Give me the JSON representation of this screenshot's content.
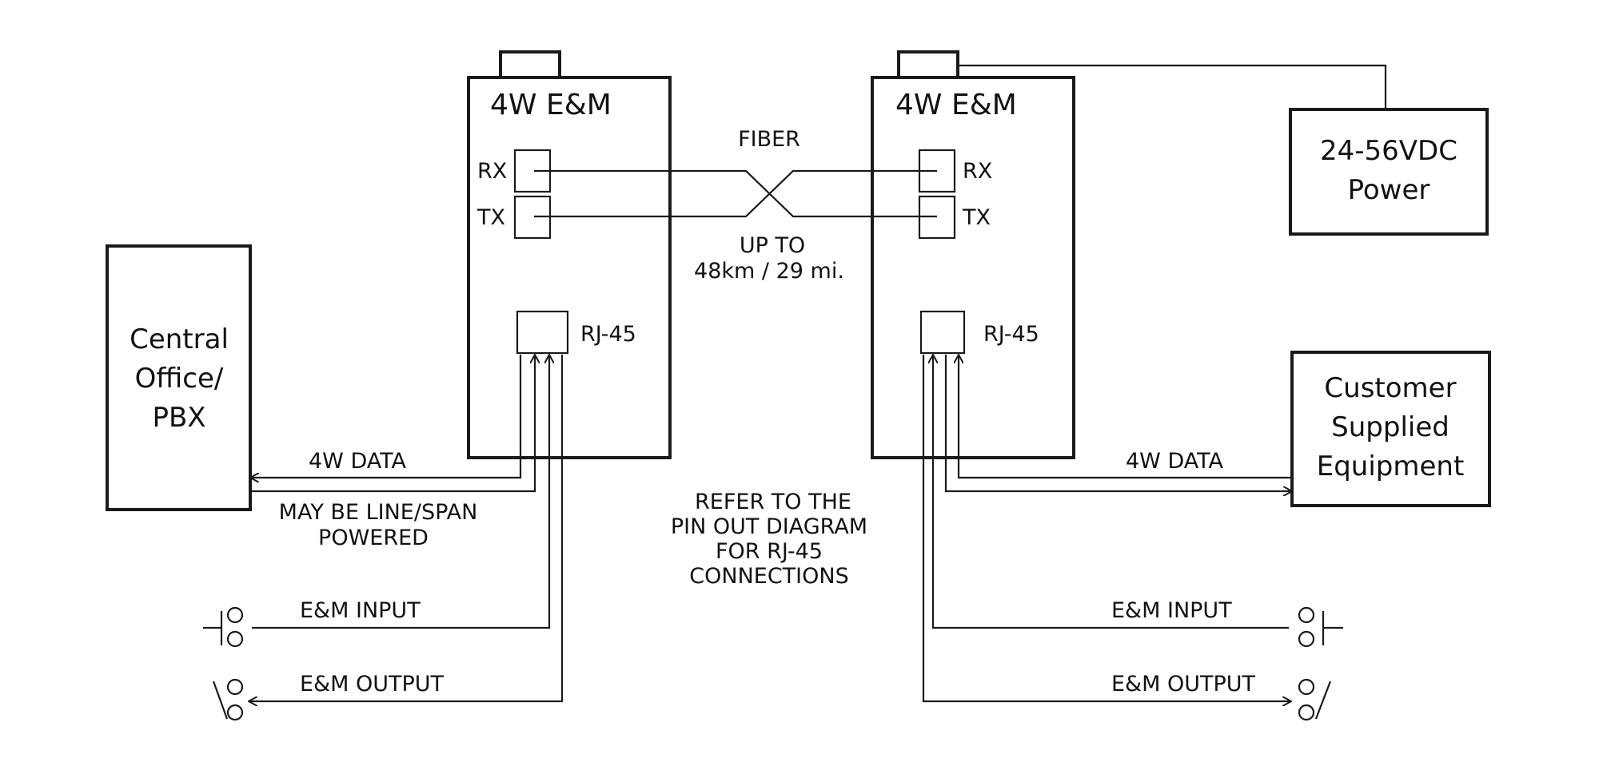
{
  "units": {
    "left_title": "4W E&M",
    "right_title": "4W E&M",
    "rx": "RX",
    "tx": "TX",
    "rj45": "RJ-45"
  },
  "fiber": {
    "label": "FIBER",
    "distance_line1": "UP TO",
    "distance_line2": "48km / 29 mi."
  },
  "central_office": {
    "line1": "Central",
    "line2": "Office/",
    "line3": "PBX"
  },
  "power": {
    "line1": "24-56VDC",
    "line2": "Power"
  },
  "customer": {
    "line1": "Customer",
    "line2": "Supplied",
    "line3": "Equipment"
  },
  "left_side": {
    "data_label": "4W DATA",
    "power_note_line1": "MAY BE LINE/SPAN",
    "power_note_line2": "POWERED",
    "em_input": "E&M INPUT",
    "em_output": "E&M OUTPUT"
  },
  "right_side": {
    "data_label": "4W DATA",
    "em_input": "E&M INPUT",
    "em_output": "E&M OUTPUT"
  },
  "note": {
    "line1": "REFER TO THE",
    "line2": "PIN OUT DIAGRAM",
    "line3": "FOR RJ-45",
    "line4": "CONNECTIONS"
  }
}
